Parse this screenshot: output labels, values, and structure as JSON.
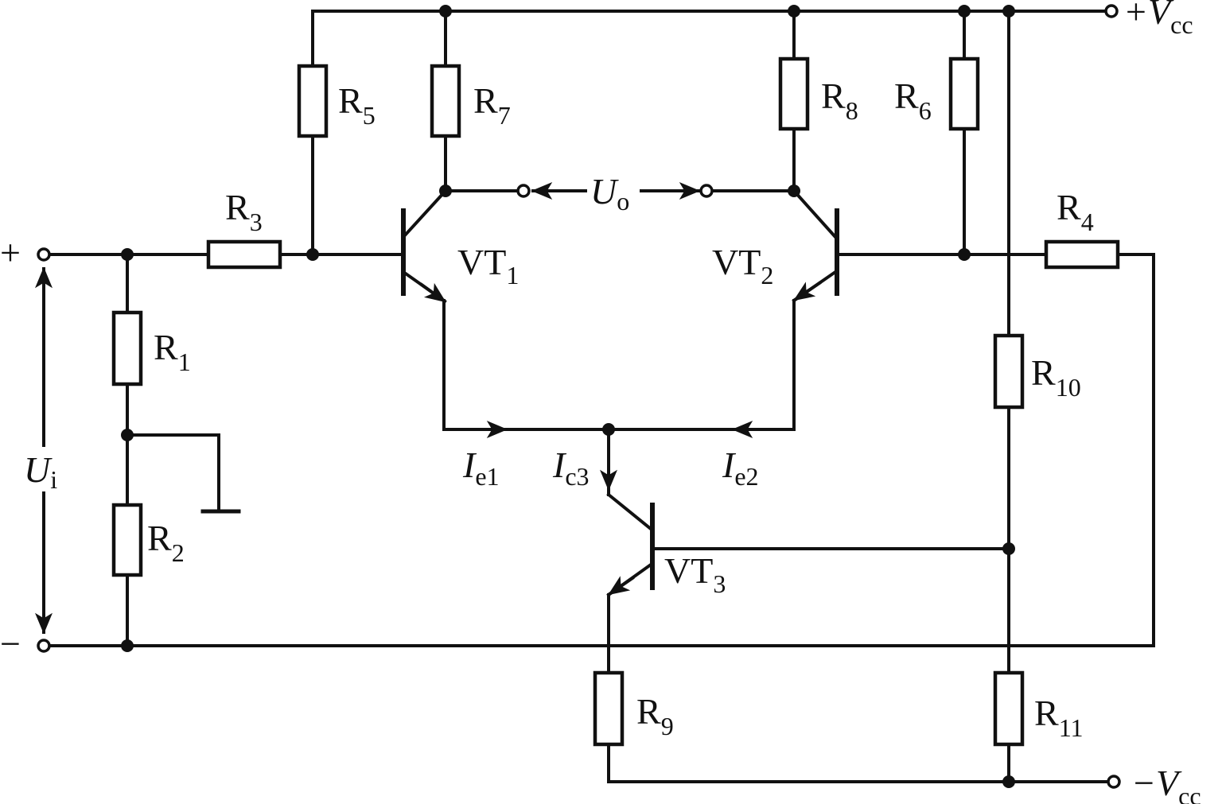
{
  "supply": {
    "pos": "+V",
    "pos_sub": "cc",
    "neg": "−V",
    "neg_sub": "cc"
  },
  "input": {
    "plus": "+",
    "minus": "−",
    "label": "U",
    "label_sub": "i"
  },
  "output": {
    "label": "U",
    "label_sub": "o"
  },
  "resistors": [
    {
      "id": "R1",
      "name": "R",
      "sub": "1"
    },
    {
      "id": "R2",
      "name": "R",
      "sub": "2"
    },
    {
      "id": "R3",
      "name": "R",
      "sub": "3"
    },
    {
      "id": "R4",
      "name": "R",
      "sub": "4"
    },
    {
      "id": "R5",
      "name": "R",
      "sub": "5"
    },
    {
      "id": "R6",
      "name": "R",
      "sub": "6"
    },
    {
      "id": "R7",
      "name": "R",
      "sub": "7"
    },
    {
      "id": "R8",
      "name": "R",
      "sub": "8"
    },
    {
      "id": "R9",
      "name": "R",
      "sub": "9"
    },
    {
      "id": "R10",
      "name": "R",
      "sub": "10"
    },
    {
      "id": "R11",
      "name": "R",
      "sub": "11"
    }
  ],
  "transistors": [
    {
      "id": "VT1",
      "name": "VT",
      "sub": "1"
    },
    {
      "id": "VT2",
      "name": "VT",
      "sub": "2"
    },
    {
      "id": "VT3",
      "name": "VT",
      "sub": "3"
    }
  ],
  "currents": [
    {
      "id": "Ie1",
      "name": "I",
      "sub": "e1"
    },
    {
      "id": "Ie2",
      "name": "I",
      "sub": "e2"
    },
    {
      "id": "Ic3",
      "name": "I",
      "sub": "c3"
    }
  ]
}
